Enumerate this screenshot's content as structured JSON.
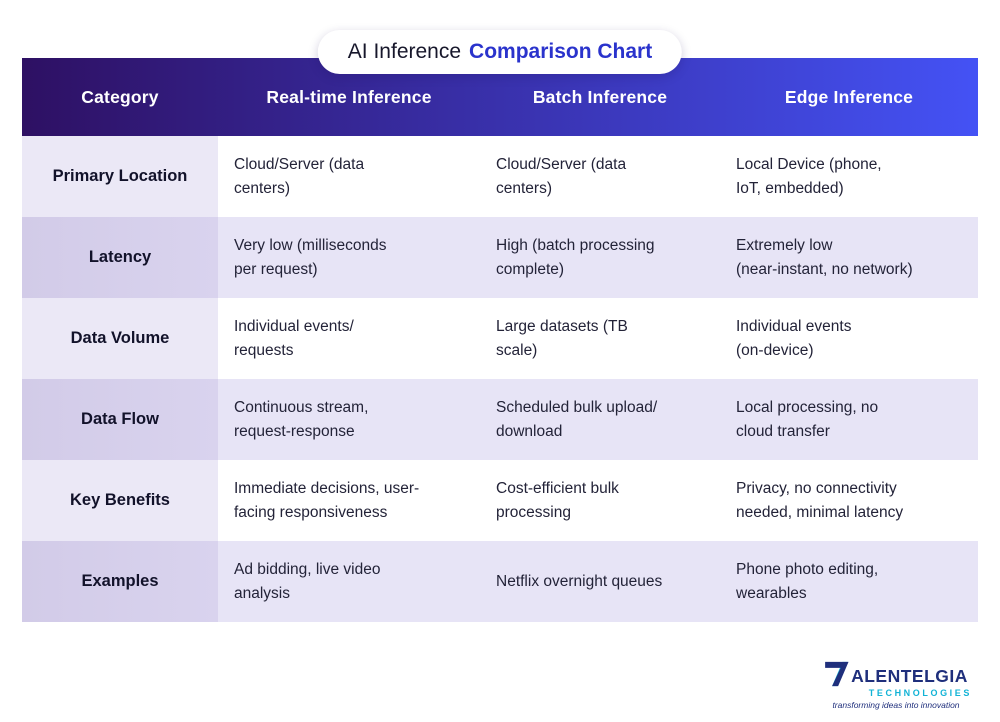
{
  "title": {
    "prefix": "AI Inference",
    "highlight": "Comparison Chart"
  },
  "chart_data": {
    "type": "table",
    "title": "AI Inference Comparison Chart",
    "columns": [
      "Category",
      "Real-time Inference",
      "Batch Inference",
      "Edge Inference"
    ],
    "rows": [
      [
        "Primary Location",
        "Cloud/Server (data\ncenters)",
        "Cloud/Server (data\ncenters)",
        "Local Device (phone,\nIoT, embedded)"
      ],
      [
        "Latency",
        "Very low (milliseconds\nper request)",
        "High (batch processing\ncomplete)",
        "Extremely low\n(near-instant, no network)"
      ],
      [
        "Data Volume",
        "Individual events/\nrequests",
        "Large datasets (TB\nscale)",
        "Individual events\n(on-device)"
      ],
      [
        "Data Flow",
        "Continuous stream,\nrequest-response",
        "Scheduled bulk upload/\ndownload",
        "Local processing, no\ncloud transfer"
      ],
      [
        "Key Benefits",
        "Immediate decisions, user-\nfacing responsiveness",
        "Cost-efficient bulk\nprocessing",
        "Privacy, no connectivity\nneeded, minimal latency"
      ],
      [
        "Examples",
        "Ad bidding, live video\nanalysis",
        "Netflix overnight queues",
        "Phone photo editing,\nwearables"
      ]
    ],
    "layout": {
      "header_style": "purple-to-blue gradient band",
      "row_striping": "white / lavender alternating"
    }
  },
  "footer": {
    "brand": "ALENTELGIA",
    "brand_sub": "TECHNOLOGIES",
    "tagline": "transforming ideas into innovation"
  },
  "colors": {
    "header_from": "#2e1063",
    "header_to": "#4452f5",
    "title_dark": "#17172b",
    "title_blue": "#2a33cc",
    "odd_cat": "#ebe8f6",
    "odd_cell": "#ffffff",
    "even_cat": "#d2cbe8",
    "even_cat2": "#d9d3ee",
    "even_cell": "#e7e4f6",
    "cat_text": "#12122a",
    "body_text": "#232338",
    "logo_navy": "#1f2f7c",
    "logo_teal": "#12b3d6"
  }
}
